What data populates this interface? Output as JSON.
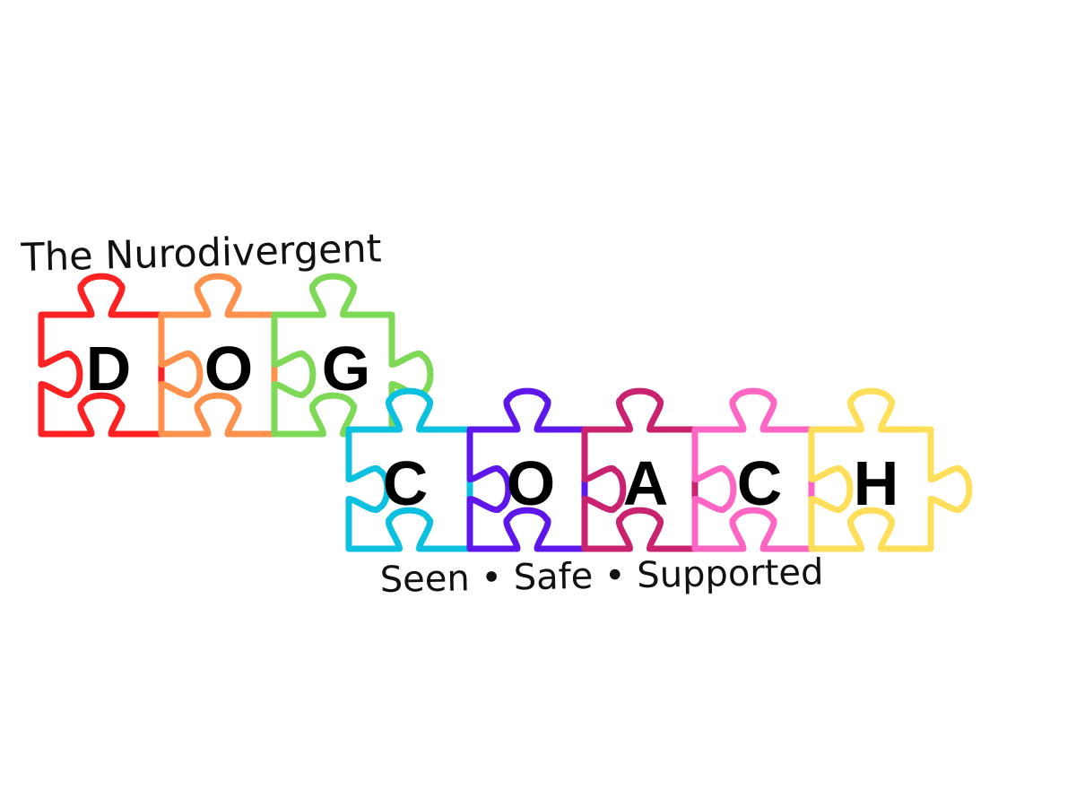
{
  "logo": {
    "tagline_top": "The Nurodivergent",
    "tagline_bottom": "Seen • Safe • Supported",
    "word1": [
      {
        "letter": "D",
        "color": "#ff2222"
      },
      {
        "letter": "O",
        "color": "#ff914d"
      },
      {
        "letter": "G",
        "color": "#7ed957"
      }
    ],
    "word2": [
      {
        "letter": "C",
        "color": "#0cc0df"
      },
      {
        "letter": "O",
        "color": "#5e17eb"
      },
      {
        "letter": "A",
        "color": "#c9226f"
      },
      {
        "letter": "C",
        "color": "#ff66c4"
      },
      {
        "letter": "H",
        "color": "#ffde59"
      }
    ]
  }
}
